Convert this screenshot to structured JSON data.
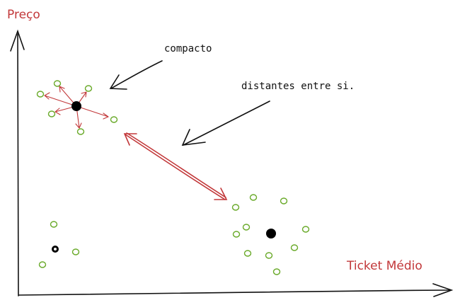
{
  "axes": {
    "y_label": "Preço",
    "x_label": "Ticket Médio"
  },
  "annotations": {
    "compact": "compacto",
    "distant": "distantes entre si."
  },
  "colors": {
    "axis_line": "#111111",
    "axis_label": "#c2383a",
    "point": "#6aaa2a",
    "centroid": "#000000",
    "distance_arrow": "#c2383a",
    "pointer_arrow": "#111111"
  }
}
